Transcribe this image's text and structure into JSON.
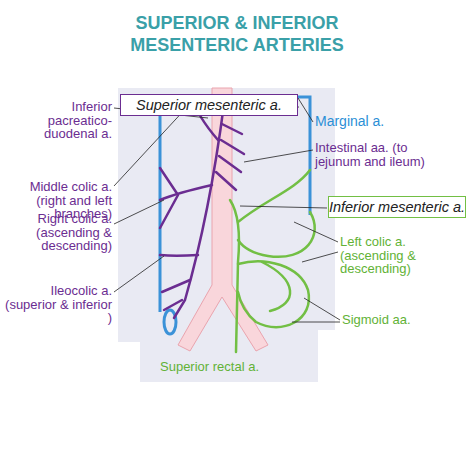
{
  "diagram": {
    "title": "SUPERIOR & INFERIOR MESENTERIC ARTERIES",
    "nodes": [
      {
        "text": [
          "Superior mesenteric a."
        ]
      },
      {
        "text": [
          "Inferior mesenteric a."
        ]
      }
    ],
    "labels": [
      "Inferior pacreatico- duodenal a.",
      "Middle colic a. (right and left branches)",
      "Right colic a. (ascending & descending)",
      "Ileocolic a. (superior & inferior )",
      "Marginal a.",
      "Intestinal aa. (to jejunum and ileum)",
      "Left colic a. (ascending & descending)",
      "Sigmoid aa.",
      "Superior rectal a."
    ]
  }
}
